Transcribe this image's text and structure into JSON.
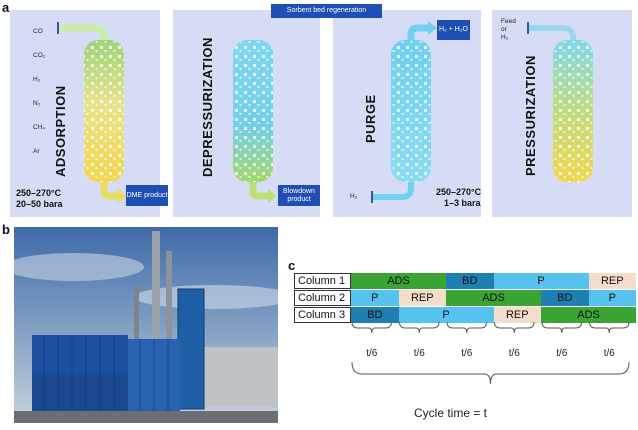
{
  "panel_labels": {
    "a": "a",
    "b": "b",
    "c": "c"
  },
  "regen_banner": "Sorbent bed regeneration",
  "stages": [
    {
      "title": "ADSORPTION",
      "gases": [
        "CO",
        "CO₂",
        "H₂",
        "N₂",
        "CH₄",
        "Ar"
      ],
      "conditions": [
        "250–270°C",
        "20–50 bara"
      ],
      "output": "DME product"
    },
    {
      "title": "DEPRESSURIZATION",
      "output": "Blowdown product"
    },
    {
      "title": "PURGE",
      "input": "H₂",
      "output": "H₂ + H₂O",
      "conditions": [
        "250–270°C",
        "1–3 bara"
      ]
    },
    {
      "title": "PRESSURIZATION",
      "feed": [
        "Feed",
        "or",
        "H₂"
      ]
    }
  ],
  "schedule": {
    "rows": [
      {
        "label": "Column 1",
        "cells": [
          {
            "text": "ADS",
            "color": "#3aa535",
            "span": 2
          },
          {
            "text": "BD",
            "color": "#1e7fb0",
            "span": 1
          },
          {
            "text": "P",
            "color": "#56c2ee",
            "span": 2
          },
          {
            "text": "REP",
            "color": "#f6dccb",
            "span": 1
          }
        ]
      },
      {
        "label": "Column 2",
        "cells": [
          {
            "text": "P",
            "color": "#56c2ee",
            "span": 1
          },
          {
            "text": "REP",
            "color": "#f6dccb",
            "span": 1
          },
          {
            "text": "ADS",
            "color": "#3aa535",
            "span": 2
          },
          {
            "text": "BD",
            "color": "#1e7fb0",
            "span": 1
          },
          {
            "text": "P",
            "color": "#56c2ee",
            "span": 1
          }
        ]
      },
      {
        "label": "Column 3",
        "cells": [
          {
            "text": "BD",
            "color": "#1e7fb0",
            "span": 1
          },
          {
            "text": "P",
            "color": "#56c2ee",
            "span": 2
          },
          {
            "text": "REP",
            "color": "#f6dccb",
            "span": 1
          },
          {
            "text": "ADS",
            "color": "#3aa535",
            "span": 2
          }
        ]
      }
    ],
    "slot_labels": [
      "t/6",
      "t/6",
      "t/6",
      "t/6",
      "t/6",
      "t/6"
    ],
    "cycle_label": "Cycle time = t"
  }
}
